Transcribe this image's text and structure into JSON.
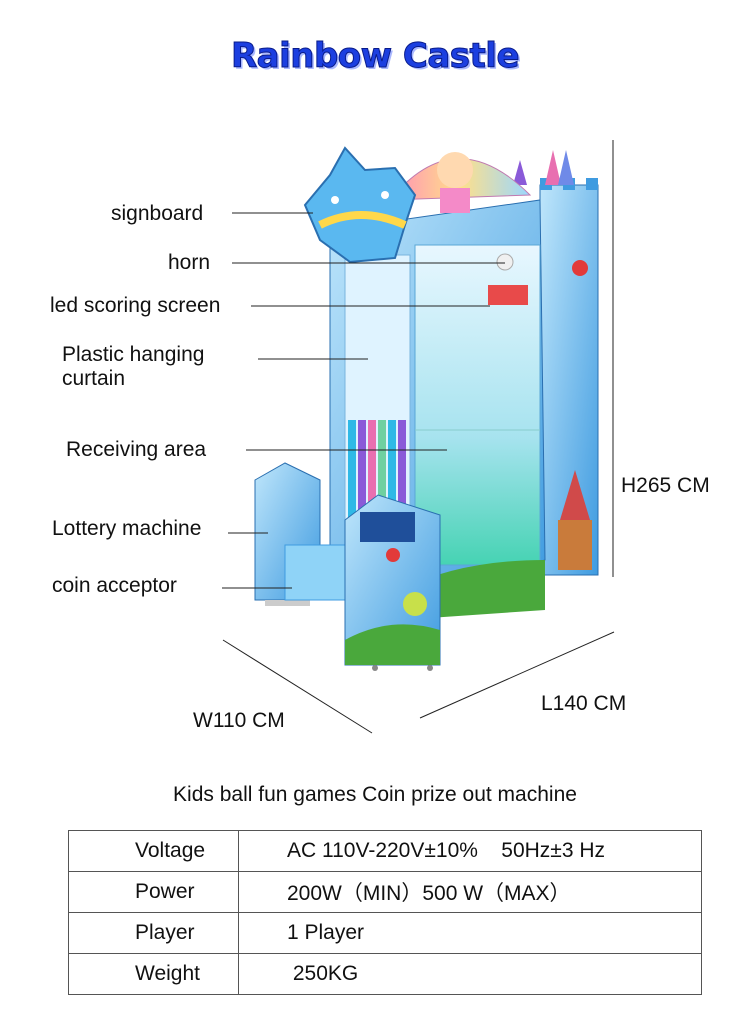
{
  "title": "Rainbow Castle",
  "callouts": {
    "signboard": "signboard",
    "horn": "horn",
    "led_screen": "led scoring screen",
    "curtain_line1": "Plastic hanging",
    "curtain_line2": "curtain",
    "receiving": "Receiving area",
    "lottery": "Lottery machine",
    "coin": "coin acceptor"
  },
  "dimensions": {
    "height": "H265 CM",
    "width": "W110 CM",
    "length": "L140 CM"
  },
  "subtitle": "Kids ball fun games Coin prize out machine",
  "specs": [
    {
      "label": "Voltage",
      "value": "AC 110V-220V±10%    50Hz±3 Hz"
    },
    {
      "label": "Power",
      "value": "200W（MIN）500 W（MAX）"
    },
    {
      "label": "Player",
      "value": "1 Player"
    },
    {
      "label": "Weight",
      "value": " 250KG"
    }
  ],
  "colors": {
    "title": "#1c3fe0",
    "cabinet_blue": "#3f9be0",
    "sky_blue": "#bfe6fb",
    "grass": "#4aa83c"
  }
}
